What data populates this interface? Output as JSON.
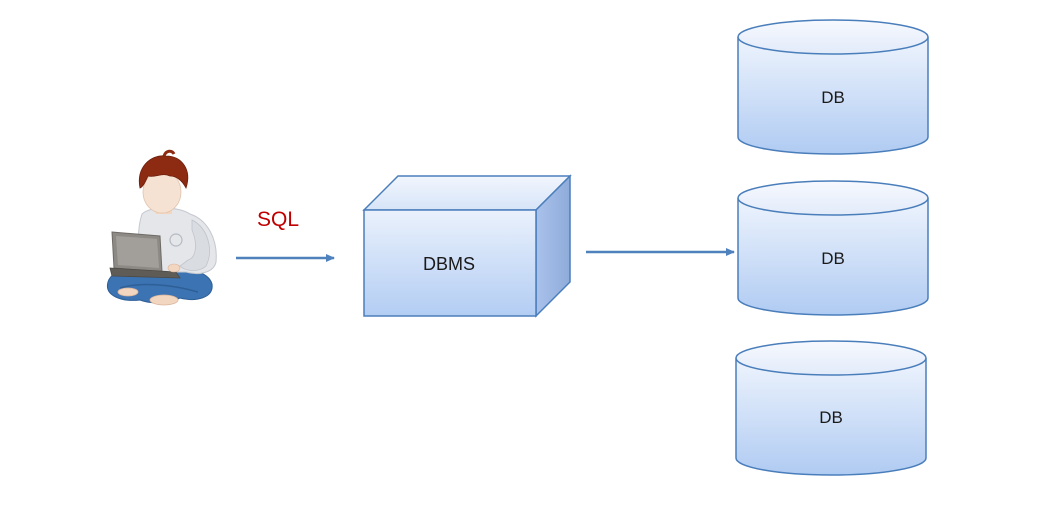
{
  "diagram": {
    "edge_label": "SQL",
    "dbms_label": "DBMS",
    "databases": [
      {
        "label": "DB"
      },
      {
        "label": "DB"
      },
      {
        "label": "DB"
      }
    ]
  },
  "colors": {
    "background": "#ffffff",
    "edge_label": "#c00000",
    "arrow": "#4f81bd",
    "shape_stroke": "#4a7ebb",
    "shape_fill_top": "#eaf1fc",
    "shape_fill_bottom": "#b3cdf3",
    "text": "#1a1a1a"
  },
  "icons": {
    "user": "person-with-laptop-icon"
  }
}
